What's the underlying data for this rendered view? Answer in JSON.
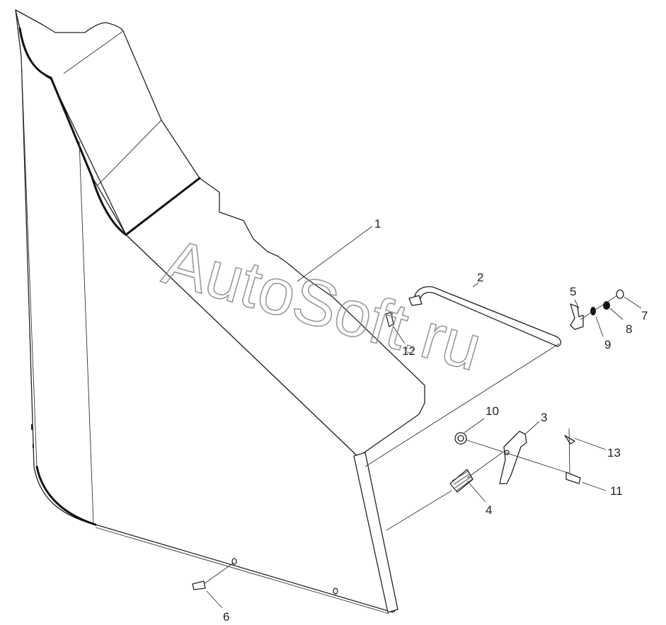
{
  "watermark": "AutoSoft.ru",
  "callouts": {
    "c1": "1",
    "c2": "2",
    "c3": "3",
    "c4": "4",
    "c5": "5",
    "c6": "6",
    "c7": "7",
    "c8": "8",
    "c9": "9",
    "c10": "10",
    "c11": "11",
    "c12": "12",
    "c13": "13"
  }
}
